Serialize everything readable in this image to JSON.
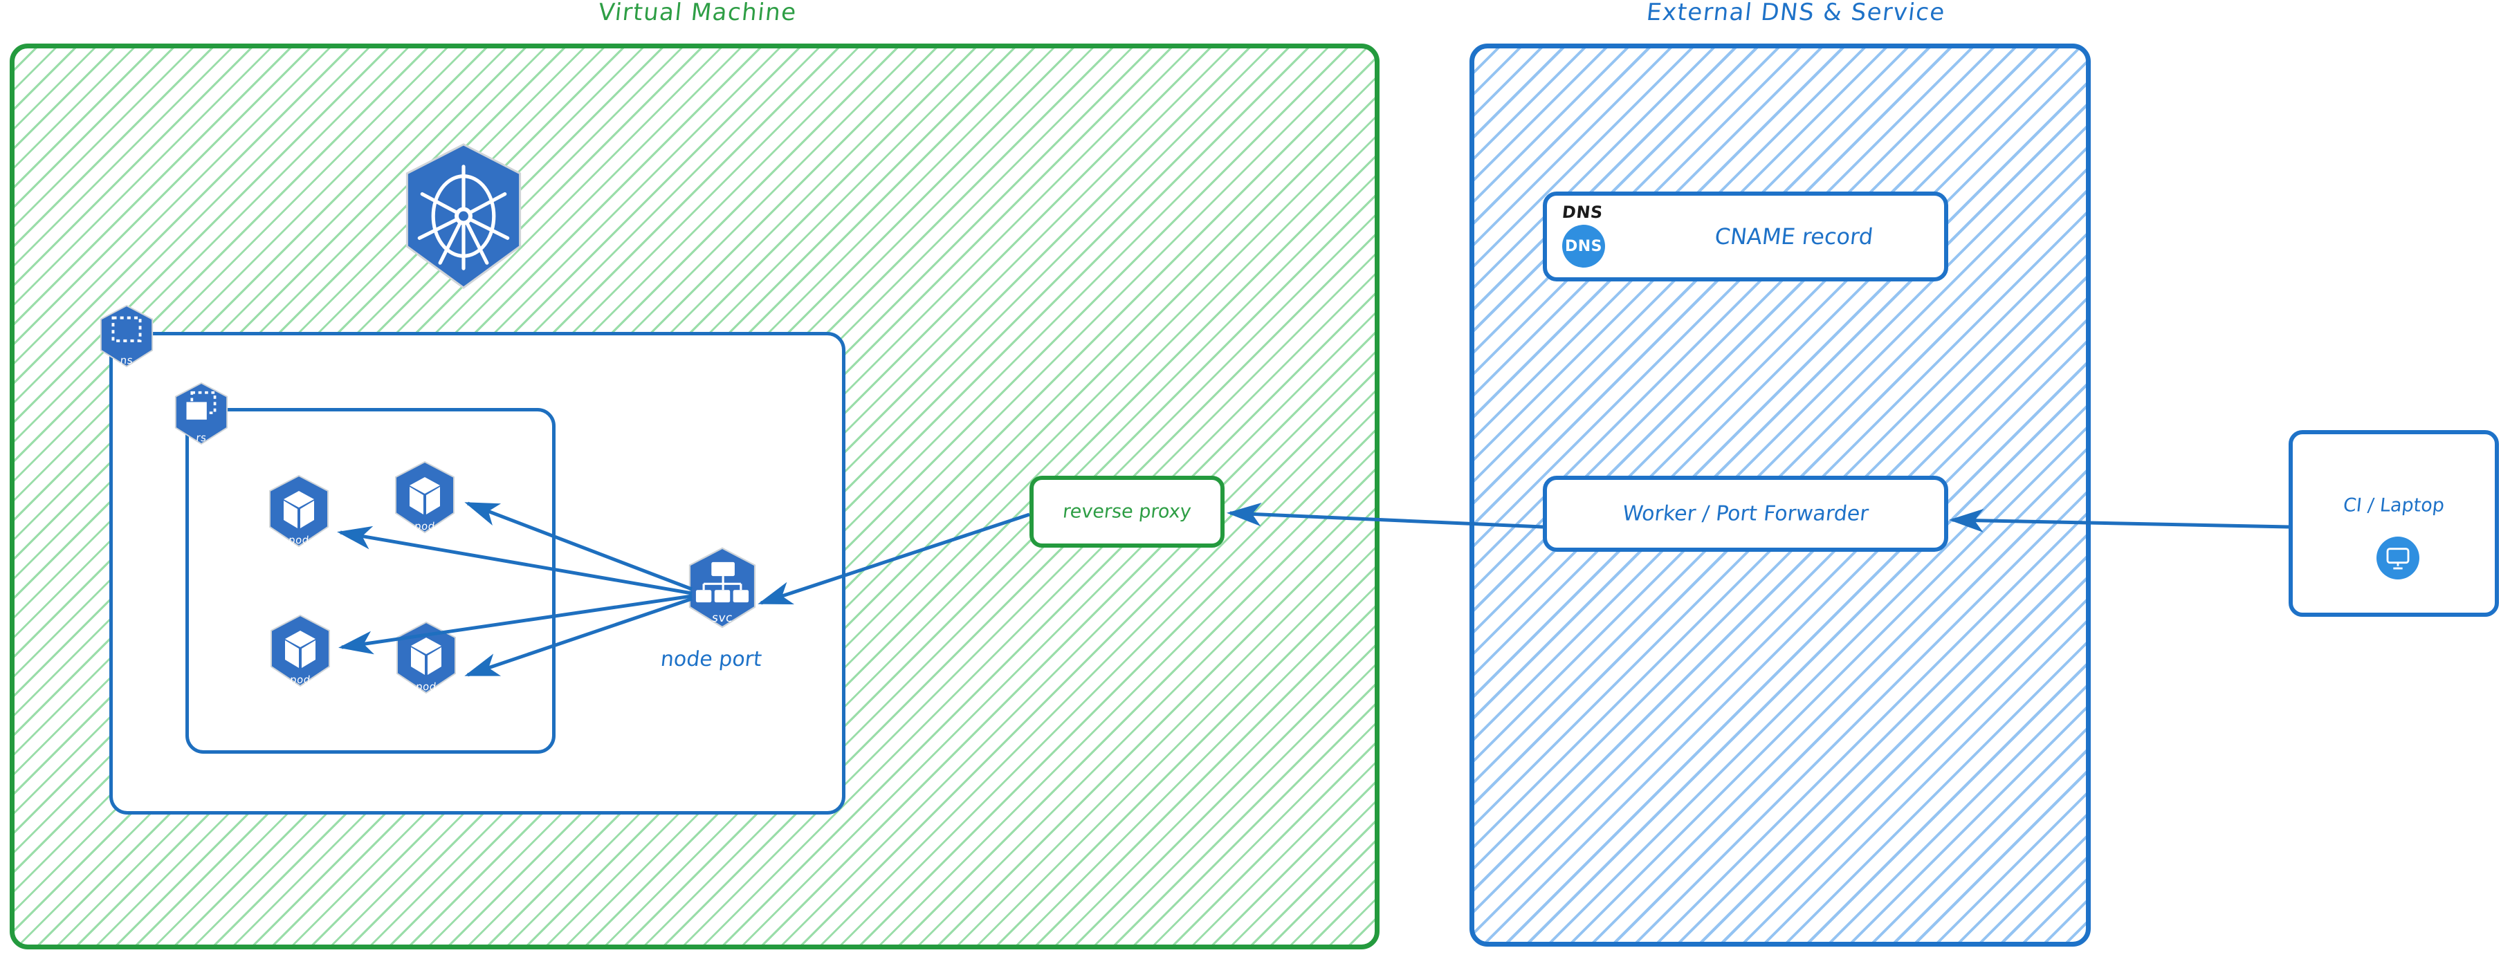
{
  "diagram": {
    "type": "architecture-diagram",
    "title_left": "Virtual Machine",
    "title_right": "External DNS & Service",
    "accent_green": "#249a3e",
    "accent_blue": "#1e72c8",
    "k8s_blue": "#3270c3",
    "icon_blue": "#2f8fe0"
  },
  "vm_zone": {
    "title": "Virtual Machine",
    "k8s_logo_name": "kubernetes-logo",
    "namespace": {
      "badge_label": "ns",
      "icon": "namespace-icon"
    },
    "replicaset": {
      "badge_label": "rs",
      "icon": "replicaset-icon"
    },
    "pods": [
      {
        "label": "pod",
        "icon": "pod-cube-icon"
      },
      {
        "label": "pod",
        "icon": "pod-cube-icon"
      },
      {
        "label": "pod",
        "icon": "pod-cube-icon"
      },
      {
        "label": "pod",
        "icon": "pod-cube-icon"
      }
    ],
    "service": {
      "label": "svc",
      "icon": "service-hierarchy-icon",
      "caption": "node port"
    },
    "reverse_proxy": {
      "label": "reverse proxy"
    }
  },
  "external_zone": {
    "title": "External DNS & Service",
    "dns_card": {
      "tag": "DNS",
      "badge": "DNS",
      "record": "CNAME record"
    },
    "worker_card": {
      "label": "Worker / Port Forwarder"
    }
  },
  "client": {
    "label": "CI / Laptop",
    "icon": "desktop-monitor-icon"
  },
  "connections": [
    {
      "from": "svc",
      "to": "pod-1",
      "direction": "to-pod"
    },
    {
      "from": "svc",
      "to": "pod-2",
      "direction": "to-pod"
    },
    {
      "from": "svc",
      "to": "pod-3",
      "direction": "to-pod"
    },
    {
      "from": "svc",
      "to": "pod-4",
      "direction": "to-pod"
    },
    {
      "from": "reverse-proxy",
      "to": "svc",
      "direction": "left"
    },
    {
      "from": "worker-port-forwarder",
      "to": "reverse-proxy",
      "direction": "left"
    },
    {
      "from": "ci-laptop",
      "to": "worker-port-forwarder",
      "direction": "left"
    }
  ]
}
